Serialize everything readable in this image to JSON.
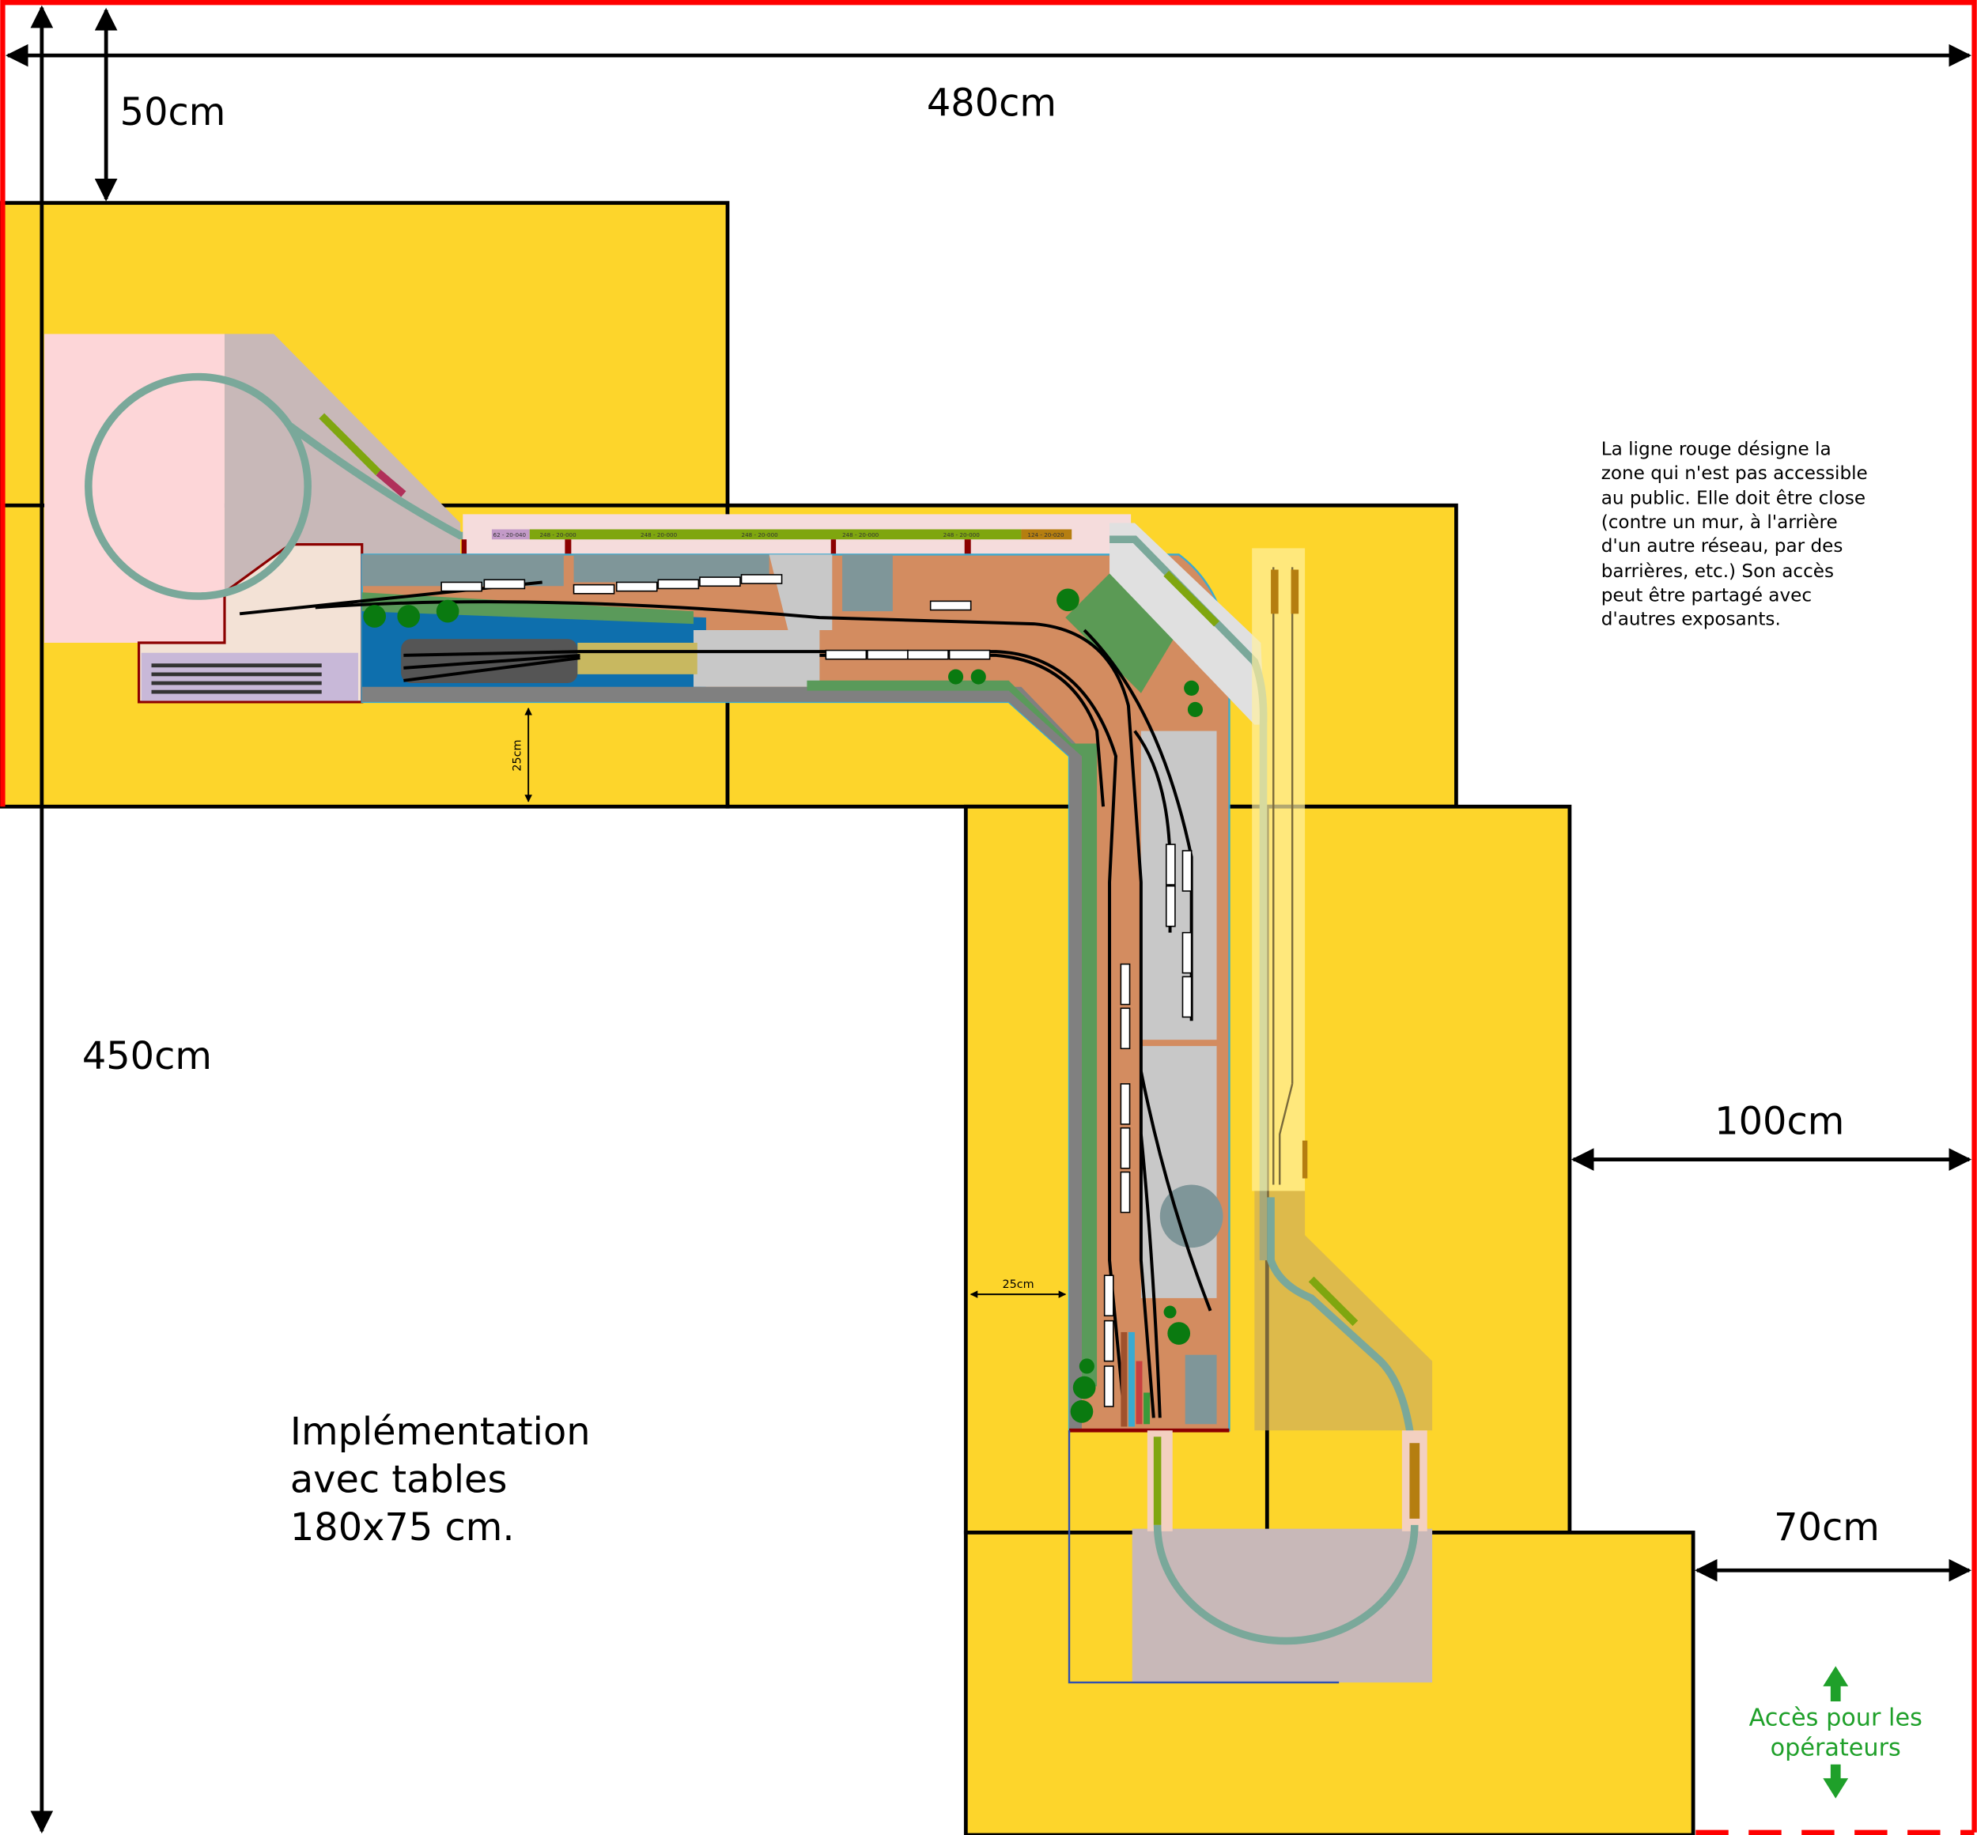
{
  "dimensions": {
    "total_width": "480cm",
    "total_height": "450cm",
    "top_margin": "50cm",
    "right_upper": "100cm",
    "right_lower": "70cm",
    "aisle_1": "25cm",
    "aisle_2": "25cm"
  },
  "title": {
    "line1": "Implémentation",
    "line2": "avec tables",
    "line3": "180x75 cm."
  },
  "note": {
    "lines": [
      "La ligne rouge désigne la",
      "zone qui n'est pas accessible",
      "au public. Elle doit être close",
      "(contre un mur, à l'arrière",
      "d'un autre réseau, par des",
      "barrières, etc.) Son accès",
      "peut être partagé avec",
      "d'autres exposants."
    ]
  },
  "access": {
    "line1": "Accès pour les",
    "line2": "opérateurs"
  },
  "track_labels": [
    "62 - 20-040",
    "248 - 20-000",
    "248 - 20-000",
    "248 - 20-000",
    "248 - 20-000",
    "248 - 20-000",
    "124 - 20-020"
  ],
  "colors": {
    "table": "#fdd52b",
    "restricted_line": "#ff0000",
    "track_flex": "#7aa89a",
    "track_straight": "#7fa60f",
    "access": "#1fa02a"
  }
}
